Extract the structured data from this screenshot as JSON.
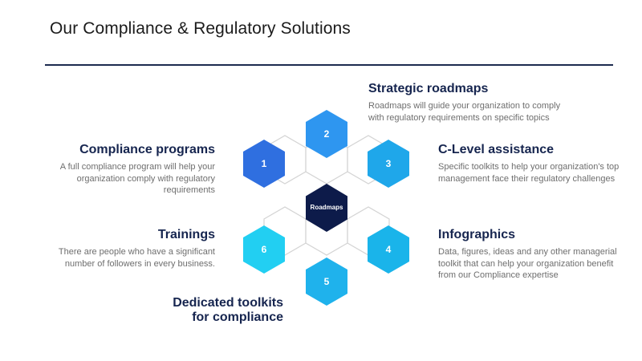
{
  "title": "Our Compliance & Regulatory Solutions",
  "hub": {
    "label": "Roadmaps",
    "color": "#0d1b4a"
  },
  "nodes": [
    {
      "number": "1",
      "color": "#2f6fe0"
    },
    {
      "number": "2",
      "color": "#2e96f0"
    },
    {
      "number": "3",
      "color": "#1fa7ea"
    },
    {
      "number": "4",
      "color": "#1ab4ea"
    },
    {
      "number": "5",
      "color": "#1fb2ec"
    },
    {
      "number": "6",
      "color": "#22cff2"
    }
  ],
  "items": {
    "compliance_programs": {
      "heading": "Compliance programs",
      "description": "A full compliance program will help your organization comply with regulatory requirements"
    },
    "strategic_roadmaps": {
      "heading": "Strategic roadmaps",
      "description": "Roadmaps will guide your organization to comply with regulatory requirements on specific topics"
    },
    "c_level_assistance": {
      "heading": "C-Level assistance",
      "description": "Specific toolkits to help your organization's top management face their regulatory challenges"
    },
    "infographics": {
      "heading": "Infographics",
      "description": "Data, figures, ideas and any other managerial toolkit that can help your organization benefit from our Compliance expertise"
    },
    "dedicated_toolkits": {
      "heading_line1": "Dedicated toolkits",
      "heading_line2": "for compliance"
    },
    "trainings": {
      "heading": "Trainings",
      "description": "There are people who have a significant number of followers in every business."
    }
  }
}
